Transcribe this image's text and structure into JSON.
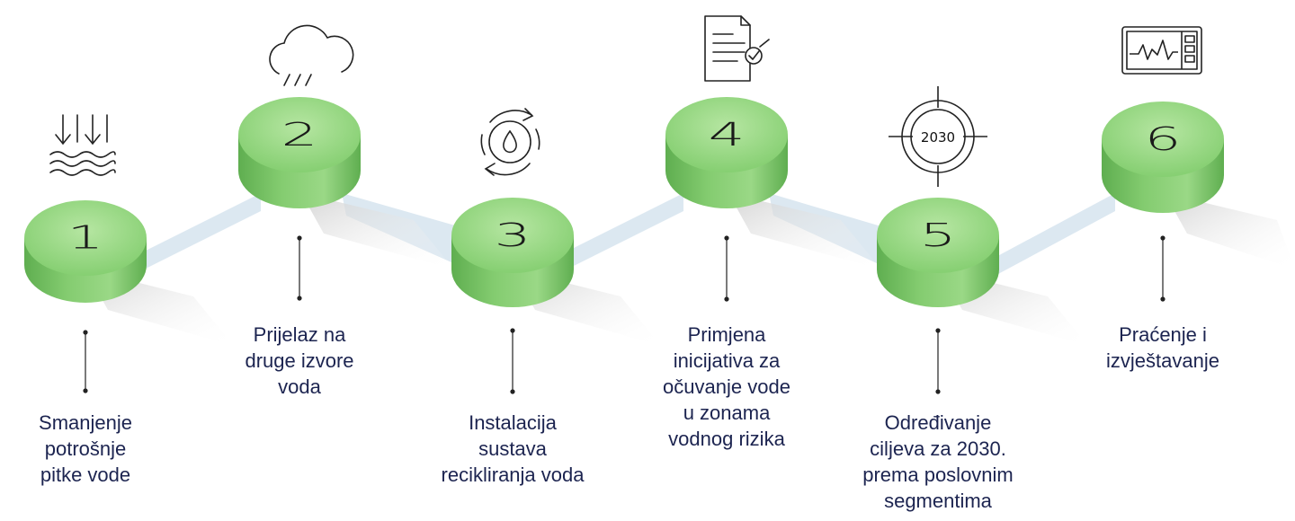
{
  "steps": [
    {
      "number": "1",
      "label": "Smanjenje\npotrošnje\npitke vode",
      "icon": "water-arrows-icon"
    },
    {
      "number": "2",
      "label": "Prijelaz na\ndruge izvore\nvoda",
      "icon": "rain-cloud-icon"
    },
    {
      "number": "3",
      "label": "Instalacija\nsustava\nrecikliranja voda",
      "icon": "water-recycle-icon"
    },
    {
      "number": "4",
      "label": "Primjena\ninicijativa za\nočuvanje vode\nu zonama\nvodnog rizika",
      "icon": "checked-document-icon"
    },
    {
      "number": "5",
      "label": "Određivanje\nciljeva za 2030.\nprema poslovnim\nsegmentima",
      "icon": "target-2030-icon",
      "icon_text": "2030"
    },
    {
      "number": "6",
      "label": "Praćenje i\nizvještavanje",
      "icon": "monitor-graph-icon"
    }
  ],
  "colors": {
    "disc_top": "#8fd47a",
    "disc_side": "#6fb95e",
    "connector": "#d7e6f0",
    "text": "#1c2450",
    "shadow": "#d9d9d9"
  }
}
